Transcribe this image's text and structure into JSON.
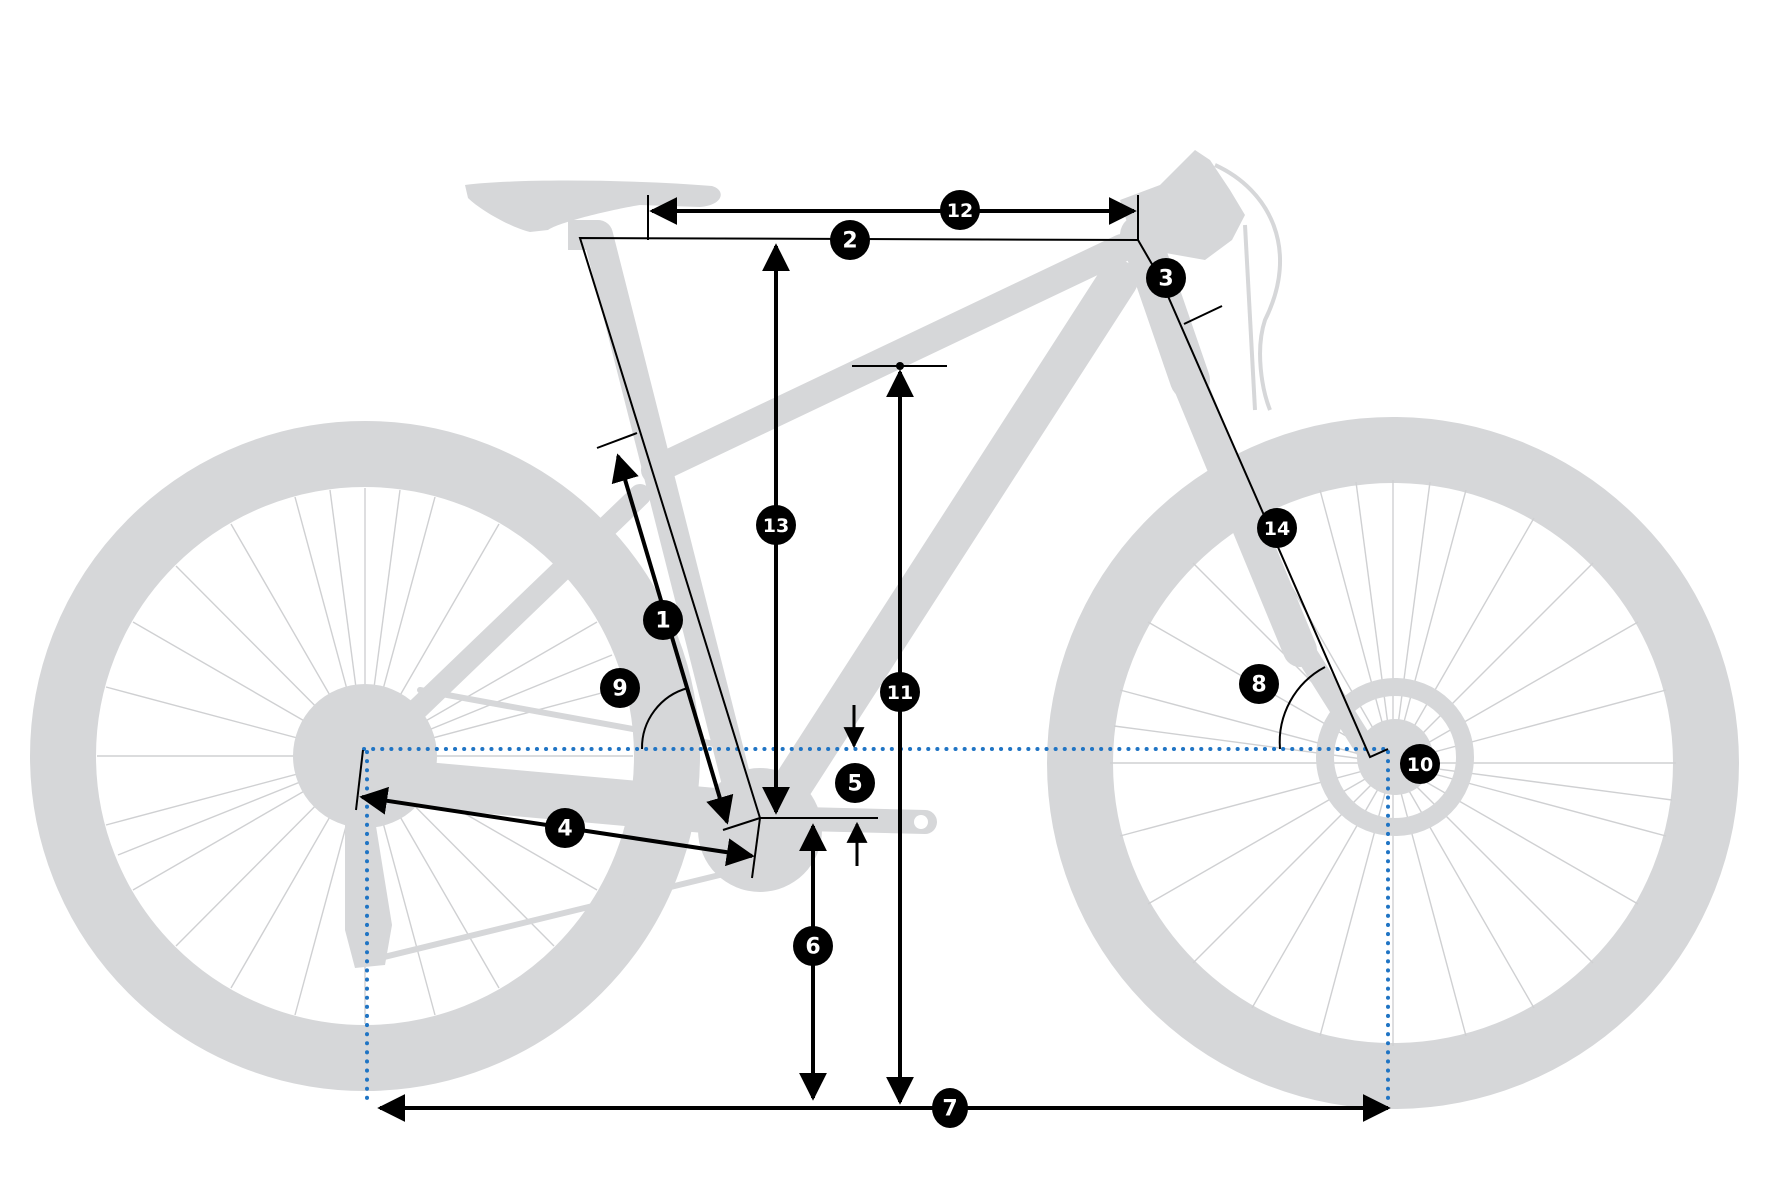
{
  "diagram": {
    "title": "Bicycle frame geometry diagram",
    "colors": {
      "silhouette": "#d6d7d9",
      "spokes": "#cfd0d2",
      "lines": "#000000",
      "badge_fill": "#000000",
      "badge_text": "#ffffff",
      "reference_dotted": "#1f74c4"
    },
    "labels": [
      {
        "id": "1",
        "text": "1",
        "measure": "seat-tube-length"
      },
      {
        "id": "2",
        "text": "2",
        "measure": "effective-top-tube"
      },
      {
        "id": "3",
        "text": "3",
        "measure": "head-tube-length"
      },
      {
        "id": "4",
        "text": "4",
        "measure": "chainstay-length"
      },
      {
        "id": "5",
        "text": "5",
        "measure": "bottom-bracket-drop"
      },
      {
        "id": "6",
        "text": "6",
        "measure": "bottom-bracket-height"
      },
      {
        "id": "7",
        "text": "7",
        "measure": "wheelbase"
      },
      {
        "id": "8",
        "text": "8",
        "measure": "head-tube-angle"
      },
      {
        "id": "9",
        "text": "9",
        "measure": "seat-tube-angle"
      },
      {
        "id": "10",
        "text": "10",
        "measure": "fork-offset"
      },
      {
        "id": "11",
        "text": "11",
        "measure": "standover-height"
      },
      {
        "id": "12",
        "text": "12",
        "measure": "reach"
      },
      {
        "id": "13",
        "text": "13",
        "measure": "stack"
      },
      {
        "id": "14",
        "text": "14",
        "measure": "fork-length"
      }
    ]
  }
}
